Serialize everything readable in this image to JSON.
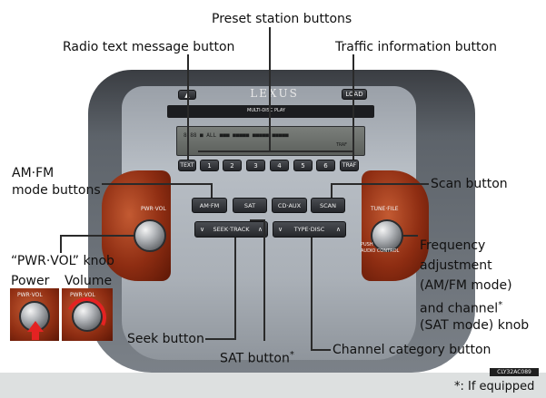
{
  "callouts": {
    "preset": "Preset station buttons",
    "radio_text": "Radio text message button",
    "traffic": "Traffic information button",
    "amfm_line1": "AM·FM",
    "amfm_line2": "mode buttons",
    "scan": "Scan button",
    "pwrvol_knob": "“PWR·VOL” knob",
    "power": "Power",
    "volume": "Volume",
    "freq_line1": "Frequency",
    "freq_line2": "adjustment",
    "freq_line3": "(AM/FM mode)",
    "freq_line4": "and channel",
    "freq_line5": "(SAT mode) knob",
    "seek": "Seek button",
    "sat_button": "SAT button",
    "channel_category": "Channel category button",
    "asterisk": "*"
  },
  "device": {
    "brand": "LEXUS",
    "load": "LOAD",
    "disc_label": "MULTI-DISC PLAY",
    "display_text": "8:88 ■ ALL  ■■■ ■■■■■ ■■■■■ ■■■■■",
    "display_sub": "TRAF",
    "text_button": "TEXT",
    "presets": [
      "1",
      "2",
      "3",
      "4",
      "5",
      "6"
    ],
    "traf_button": "TRAF",
    "amfm_button": "AM·FM",
    "sat_button": "SAT",
    "cdaux_button": "CD·AUX",
    "scan_button": "SCAN",
    "pwrvol_label": "PWR·VOL",
    "tunefile_label": "TUNE·FILE",
    "seektrack_button": "SEEK·TRACK",
    "typedisc_button": "TYPE·DISC",
    "push_label": "PUSH",
    "audio_control_label": "AUDIO CONTROL",
    "inset_label": "PWR·VOL"
  },
  "footer": {
    "code": "CLY32AC089",
    "note": "*: If equipped"
  }
}
